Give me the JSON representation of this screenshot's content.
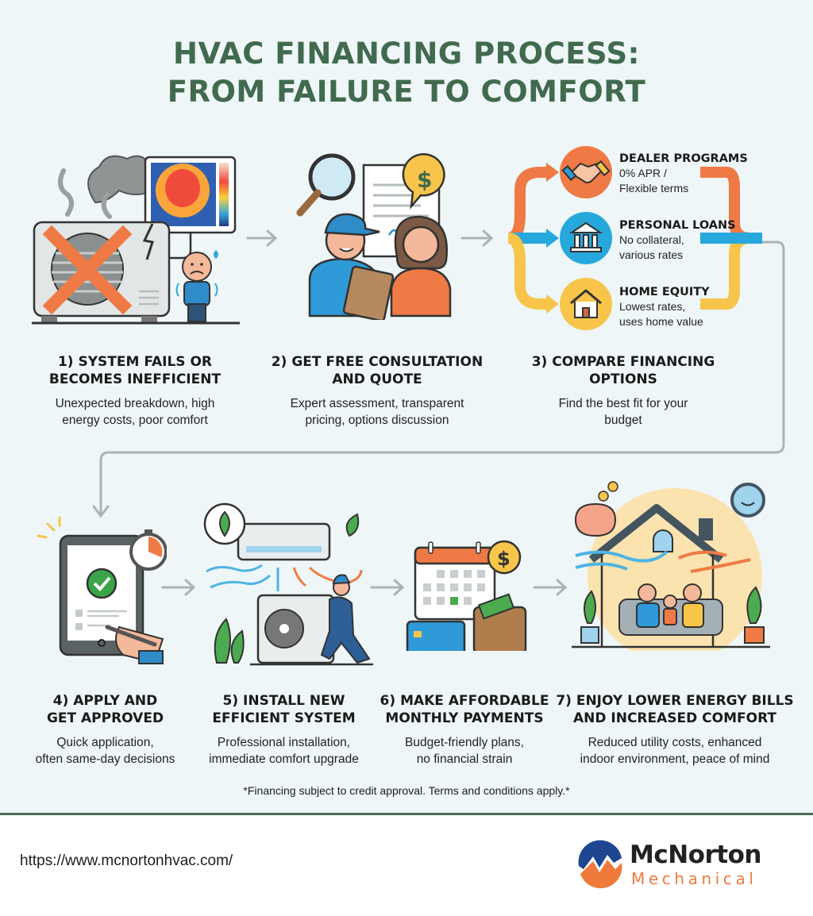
{
  "title": {
    "line1": "HVAC FINANCING PROCESS:",
    "line2": "FROM FAILURE TO COMFORT"
  },
  "colors": {
    "title_green": "#416a4e",
    "background": "#eef6f8",
    "orange": "#ef7a45",
    "blue": "#27a8dc",
    "yellow": "#f6c54a",
    "connector_gray": "#a9b5b5",
    "divider_green": "#4a6e55",
    "logo_blue": "#1f4690",
    "logo_orange": "#ef7a3c"
  },
  "steps": [
    {
      "number": "1)",
      "heading_line1": "1) SYSTEM FAILS OR",
      "heading_line2": "BECOMES INEFFICIENT",
      "desc_line1": "Unexpected breakdown, high",
      "desc_line2": "energy costs, poor comfort",
      "icon": "broken-ac-unit-icon"
    },
    {
      "number": "2)",
      "heading_line1": "2) GET FREE CONSULTATION",
      "heading_line2": "AND QUOTE",
      "desc_line1": "Expert assessment, transparent",
      "desc_line2": "pricing, options discussion",
      "icon": "consultation-icon"
    },
    {
      "number": "3)",
      "heading_line1": "3) COMPARE FINANCING",
      "heading_line2": "OPTIONS",
      "desc_line1": "Find the best fit for your",
      "desc_line2": "budget",
      "icon": "options-branch-icon"
    },
    {
      "number": "4)",
      "heading_line1": "4) APPLY AND",
      "heading_line2": "GET APPROVED",
      "desc_line1": "Quick application,",
      "desc_line2": "often same-day decisions",
      "icon": "tablet-approval-icon"
    },
    {
      "number": "5)",
      "heading_line1": "5) INSTALL NEW",
      "heading_line2": "EFFICIENT SYSTEM",
      "desc_line1": "Professional installation,",
      "desc_line2": "immediate comfort upgrade",
      "icon": "installation-icon"
    },
    {
      "number": "6)",
      "heading_line1": "6) MAKE AFFORDABLE",
      "heading_line2": "MONTHLY PAYMENTS",
      "desc_line1": "Budget-friendly plans,",
      "desc_line2": "no financial strain",
      "icon": "payments-icon"
    },
    {
      "number": "7)",
      "heading_line1": "7) ENJOY LOWER ENERGY BILLS",
      "heading_line2": "AND INCREASED COMFORT",
      "desc_line1": "Reduced utility costs, enhanced",
      "desc_line2": "indoor environment, peace of mind",
      "icon": "happy-home-icon"
    }
  ],
  "financing_options": [
    {
      "title": "DEALER PROGRAMS",
      "desc_line1": "0% APR /",
      "desc_line2": "Flexible terms",
      "icon": "handshake-icon",
      "color": "#ef7a45"
    },
    {
      "title": "PERSONAL LOANS",
      "desc_line1": "No collateral,",
      "desc_line2": "various rates",
      "icon": "bank-icon",
      "color": "#27a8dc"
    },
    {
      "title": "HOME EQUITY",
      "desc_line1": "Lowest rates,",
      "desc_line2": "uses home value",
      "icon": "house-icon",
      "color": "#f6c54a"
    }
  ],
  "disclaimer": "*Financing subject to credit approval. Terms and conditions apply.*",
  "footer": {
    "url": "https://www.mcnortonhvac.com/",
    "logo_name": "McNorton",
    "logo_sub": "Mechanical"
  }
}
